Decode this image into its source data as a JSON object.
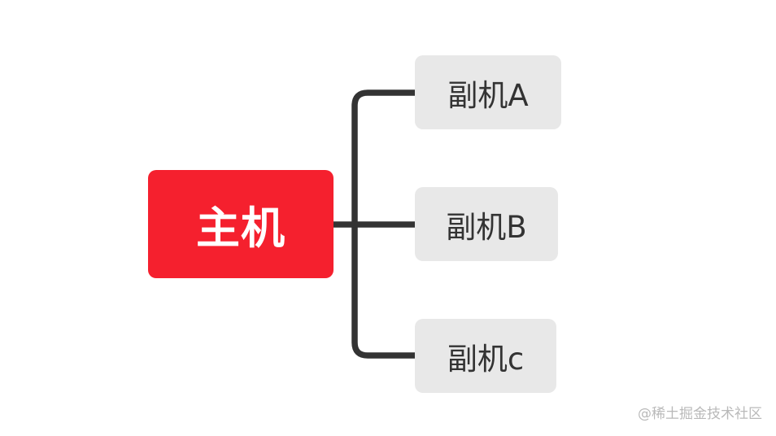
{
  "diagram": {
    "type": "tree",
    "root": {
      "label": "主机",
      "bg_color": "#F5202E",
      "text_color": "#FFFFFF"
    },
    "children": [
      {
        "label": "副机A",
        "bg_color": "#E8E8E8",
        "text_color": "#333333"
      },
      {
        "label": "副机B",
        "bg_color": "#E8E8E8",
        "text_color": "#333333"
      },
      {
        "label": "副机c",
        "bg_color": "#E8E8E8",
        "text_color": "#333333"
      }
    ],
    "connector_color": "#333333"
  },
  "watermark": {
    "text": "@稀土掘金技术社区"
  }
}
